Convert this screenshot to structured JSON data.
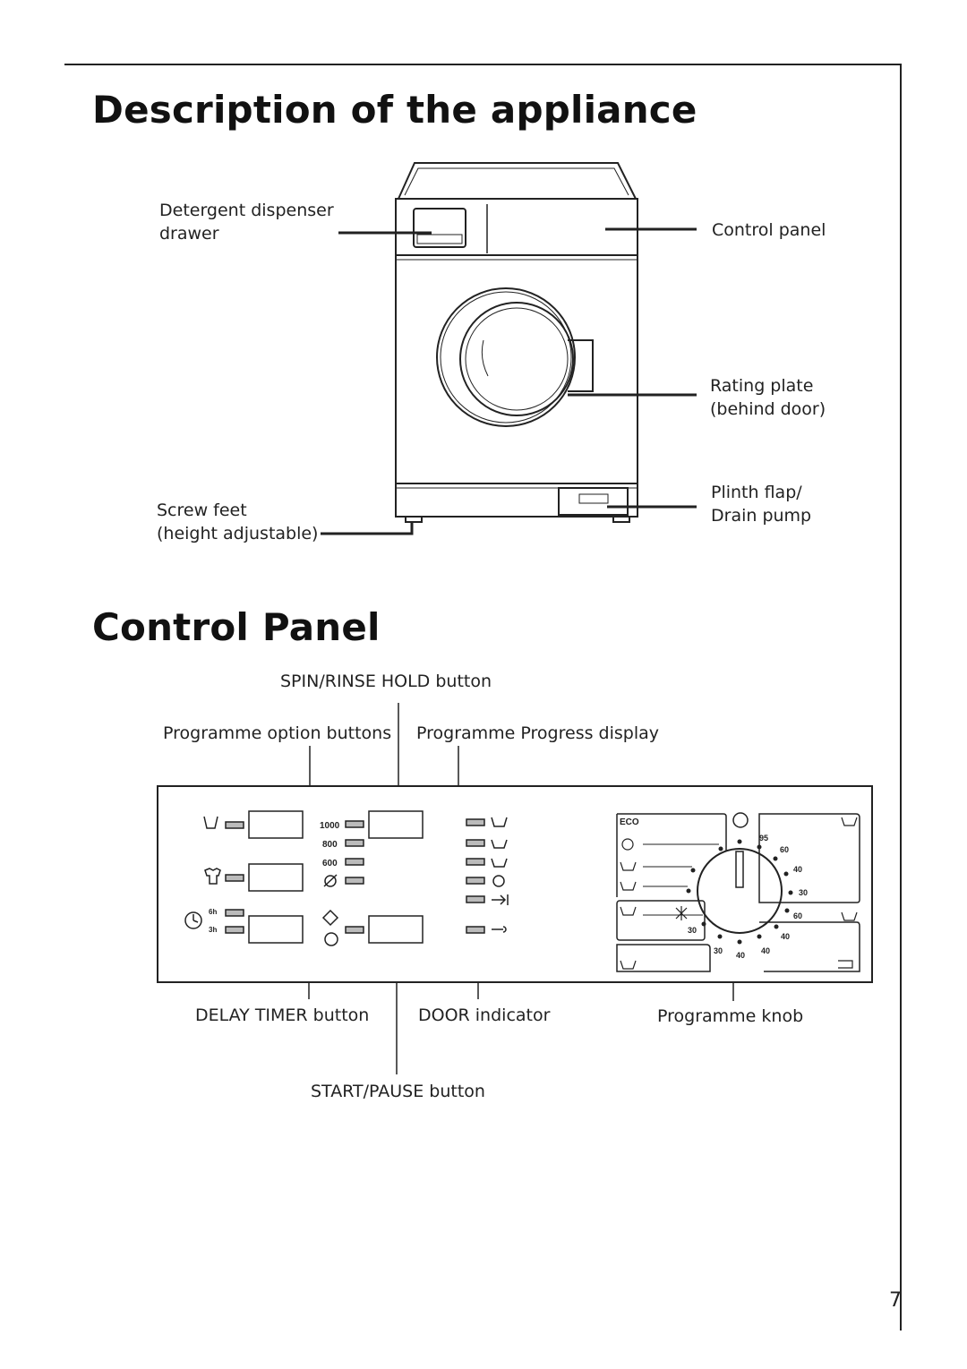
{
  "section1": {
    "title": "Description of the appliance",
    "labels": {
      "detergent_line1": "Detergent dispenser",
      "detergent_line2": "drawer",
      "control_panel": "Control panel",
      "rating_line1": "Rating plate",
      "rating_line2": "(behind door)",
      "plinth_line1": "Plinth flap/",
      "plinth_line2": "Drain pump",
      "feet_line1": "Screw feet",
      "feet_line2": "(height adjustable)"
    }
  },
  "section2": {
    "title": "Control Panel",
    "labels": {
      "spin_rinse": "SPIN/RINSE HOLD button",
      "option_buttons": "Programme option buttons",
      "progress_display": "Programme Progress display",
      "delay_timer": "DELAY TIMER button",
      "door_indicator": "DOOR indicator",
      "programme_knob": "Programme knob",
      "start_pause": "START/PAUSE button"
    },
    "panel_text": {
      "spin_speeds": [
        "1000",
        "800",
        "600"
      ],
      "delay_hours": [
        "6h",
        "3h"
      ],
      "eco": "ECO",
      "knob_temps": [
        "95",
        "60",
        "40",
        "30",
        "60",
        "40",
        "40",
        "30",
        "30",
        "40"
      ]
    }
  },
  "page_number": "7"
}
